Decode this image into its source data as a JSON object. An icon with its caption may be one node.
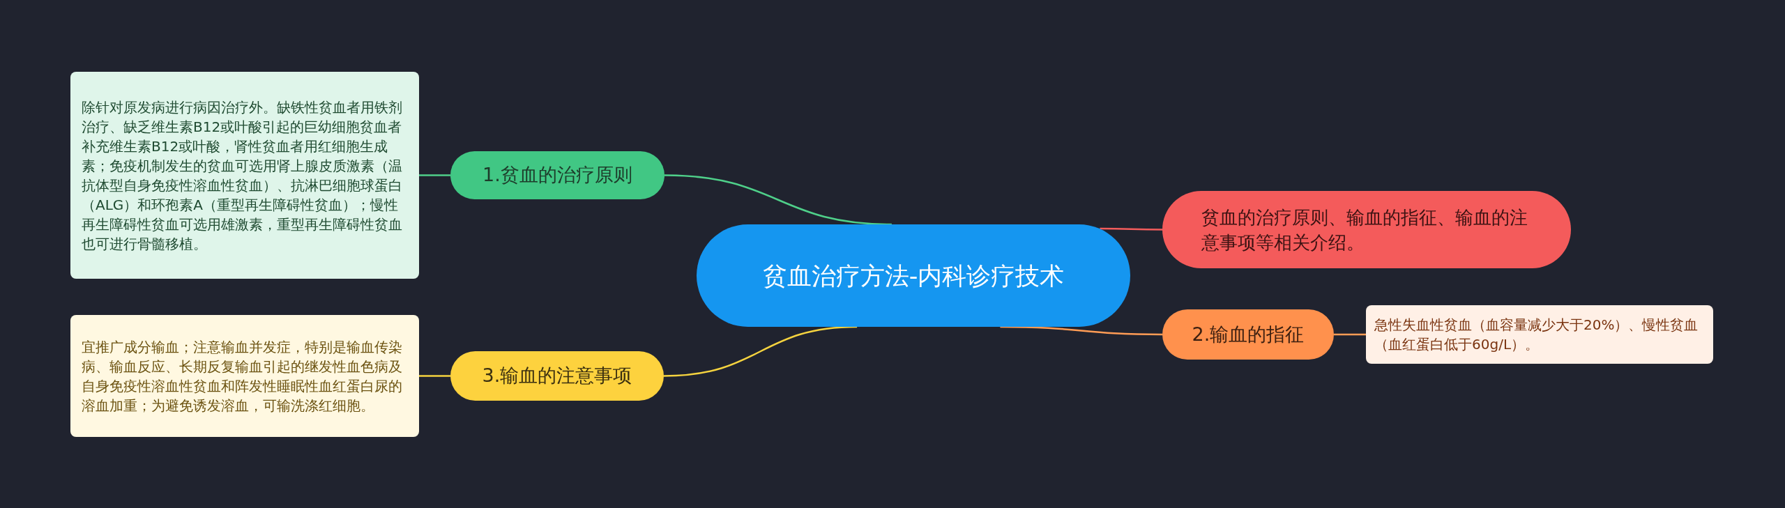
{
  "diagram": {
    "nodes": [
      {
        "text": [
          "贫血治疗方法-内科诊疗技术"
        ]
      },
      {
        "text": [
          "1.贫血的治疗原则"
        ]
      },
      {
        "text": [
          "除针对原发病进行病因治疗外。缺铁性贫血者用铁剂治疗、缺乏维生素B12或叶酸引起的巨幼细胞贫血者补充维生素B12或叶酸，肾性贫血者用红细胞生成素；免疫机制发生的贫血可选用肾上腺皮质激素（温抗体型自身免疫性溶血性贫血）、抗淋巴细胞球蛋白（ALG）和环孢素A（重型再生障碍性贫血）；慢性再生障碍性贫血可选用雄激素，重型再生障碍性贫血也可进行骨髓移植。"
        ]
      },
      {
        "text": [
          "贫血的治疗原则、输血的指征、输血的注意事项等相关介绍。"
        ]
      },
      {
        "text": [
          "2.输血的指征"
        ]
      },
      {
        "text": [
          "急性失血性贫血（血容量减少大于20%）、慢性贫血（血红蛋白低于60g/L）。"
        ]
      },
      {
        "text": [
          "3.输血的注意事项"
        ]
      },
      {
        "text": [
          "宜推广成分输血；注意输血并发症，特别是输血传染病、输血反应、长期反复输血引起的继发性血色病及自身免疫性溶血性贫血和阵发性睡眠性血红蛋白尿的溶血加重；为避免诱发溶血，可输洗涤红细胞。"
        ]
      }
    ],
    "edges": [
      {
        "from": 0,
        "to": 1,
        "arrow": "none",
        "color": "#4fd08a"
      },
      {
        "from": 1,
        "to": 2,
        "arrow": "none",
        "color": "#4fd08a"
      },
      {
        "from": 0,
        "to": 3,
        "arrow": "none",
        "color": "#f25c5c"
      },
      {
        "from": 0,
        "to": 4,
        "arrow": "none",
        "color": "#ff9c55"
      },
      {
        "from": 4,
        "to": 5,
        "arrow": "none",
        "color": "#ff9c55"
      },
      {
        "from": 0,
        "to": 6,
        "arrow": "none",
        "color": "#f5d33f"
      },
      {
        "from": 6,
        "to": 7,
        "arrow": "none",
        "color": "#f5d33f"
      }
    ]
  }
}
